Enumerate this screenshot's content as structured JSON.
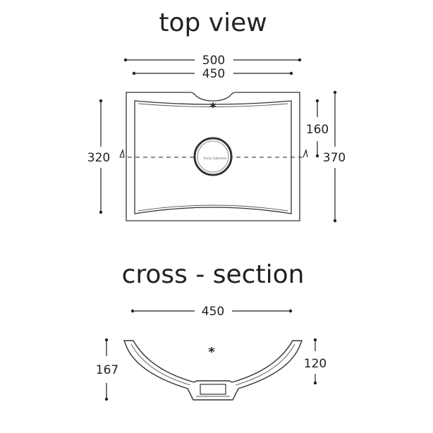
{
  "top_view": {
    "title": "top view",
    "dims": {
      "outer_width": "500",
      "inner_width": "450",
      "offset": "160",
      "inner_depth": "320",
      "outer_depth": "370"
    },
    "marker": "*",
    "brand": "Tronix Collection"
  },
  "cross_section": {
    "title": "cross - section",
    "dims": {
      "width": "450",
      "total_height": "167",
      "bowl_height": "120"
    },
    "marker": "*"
  }
}
